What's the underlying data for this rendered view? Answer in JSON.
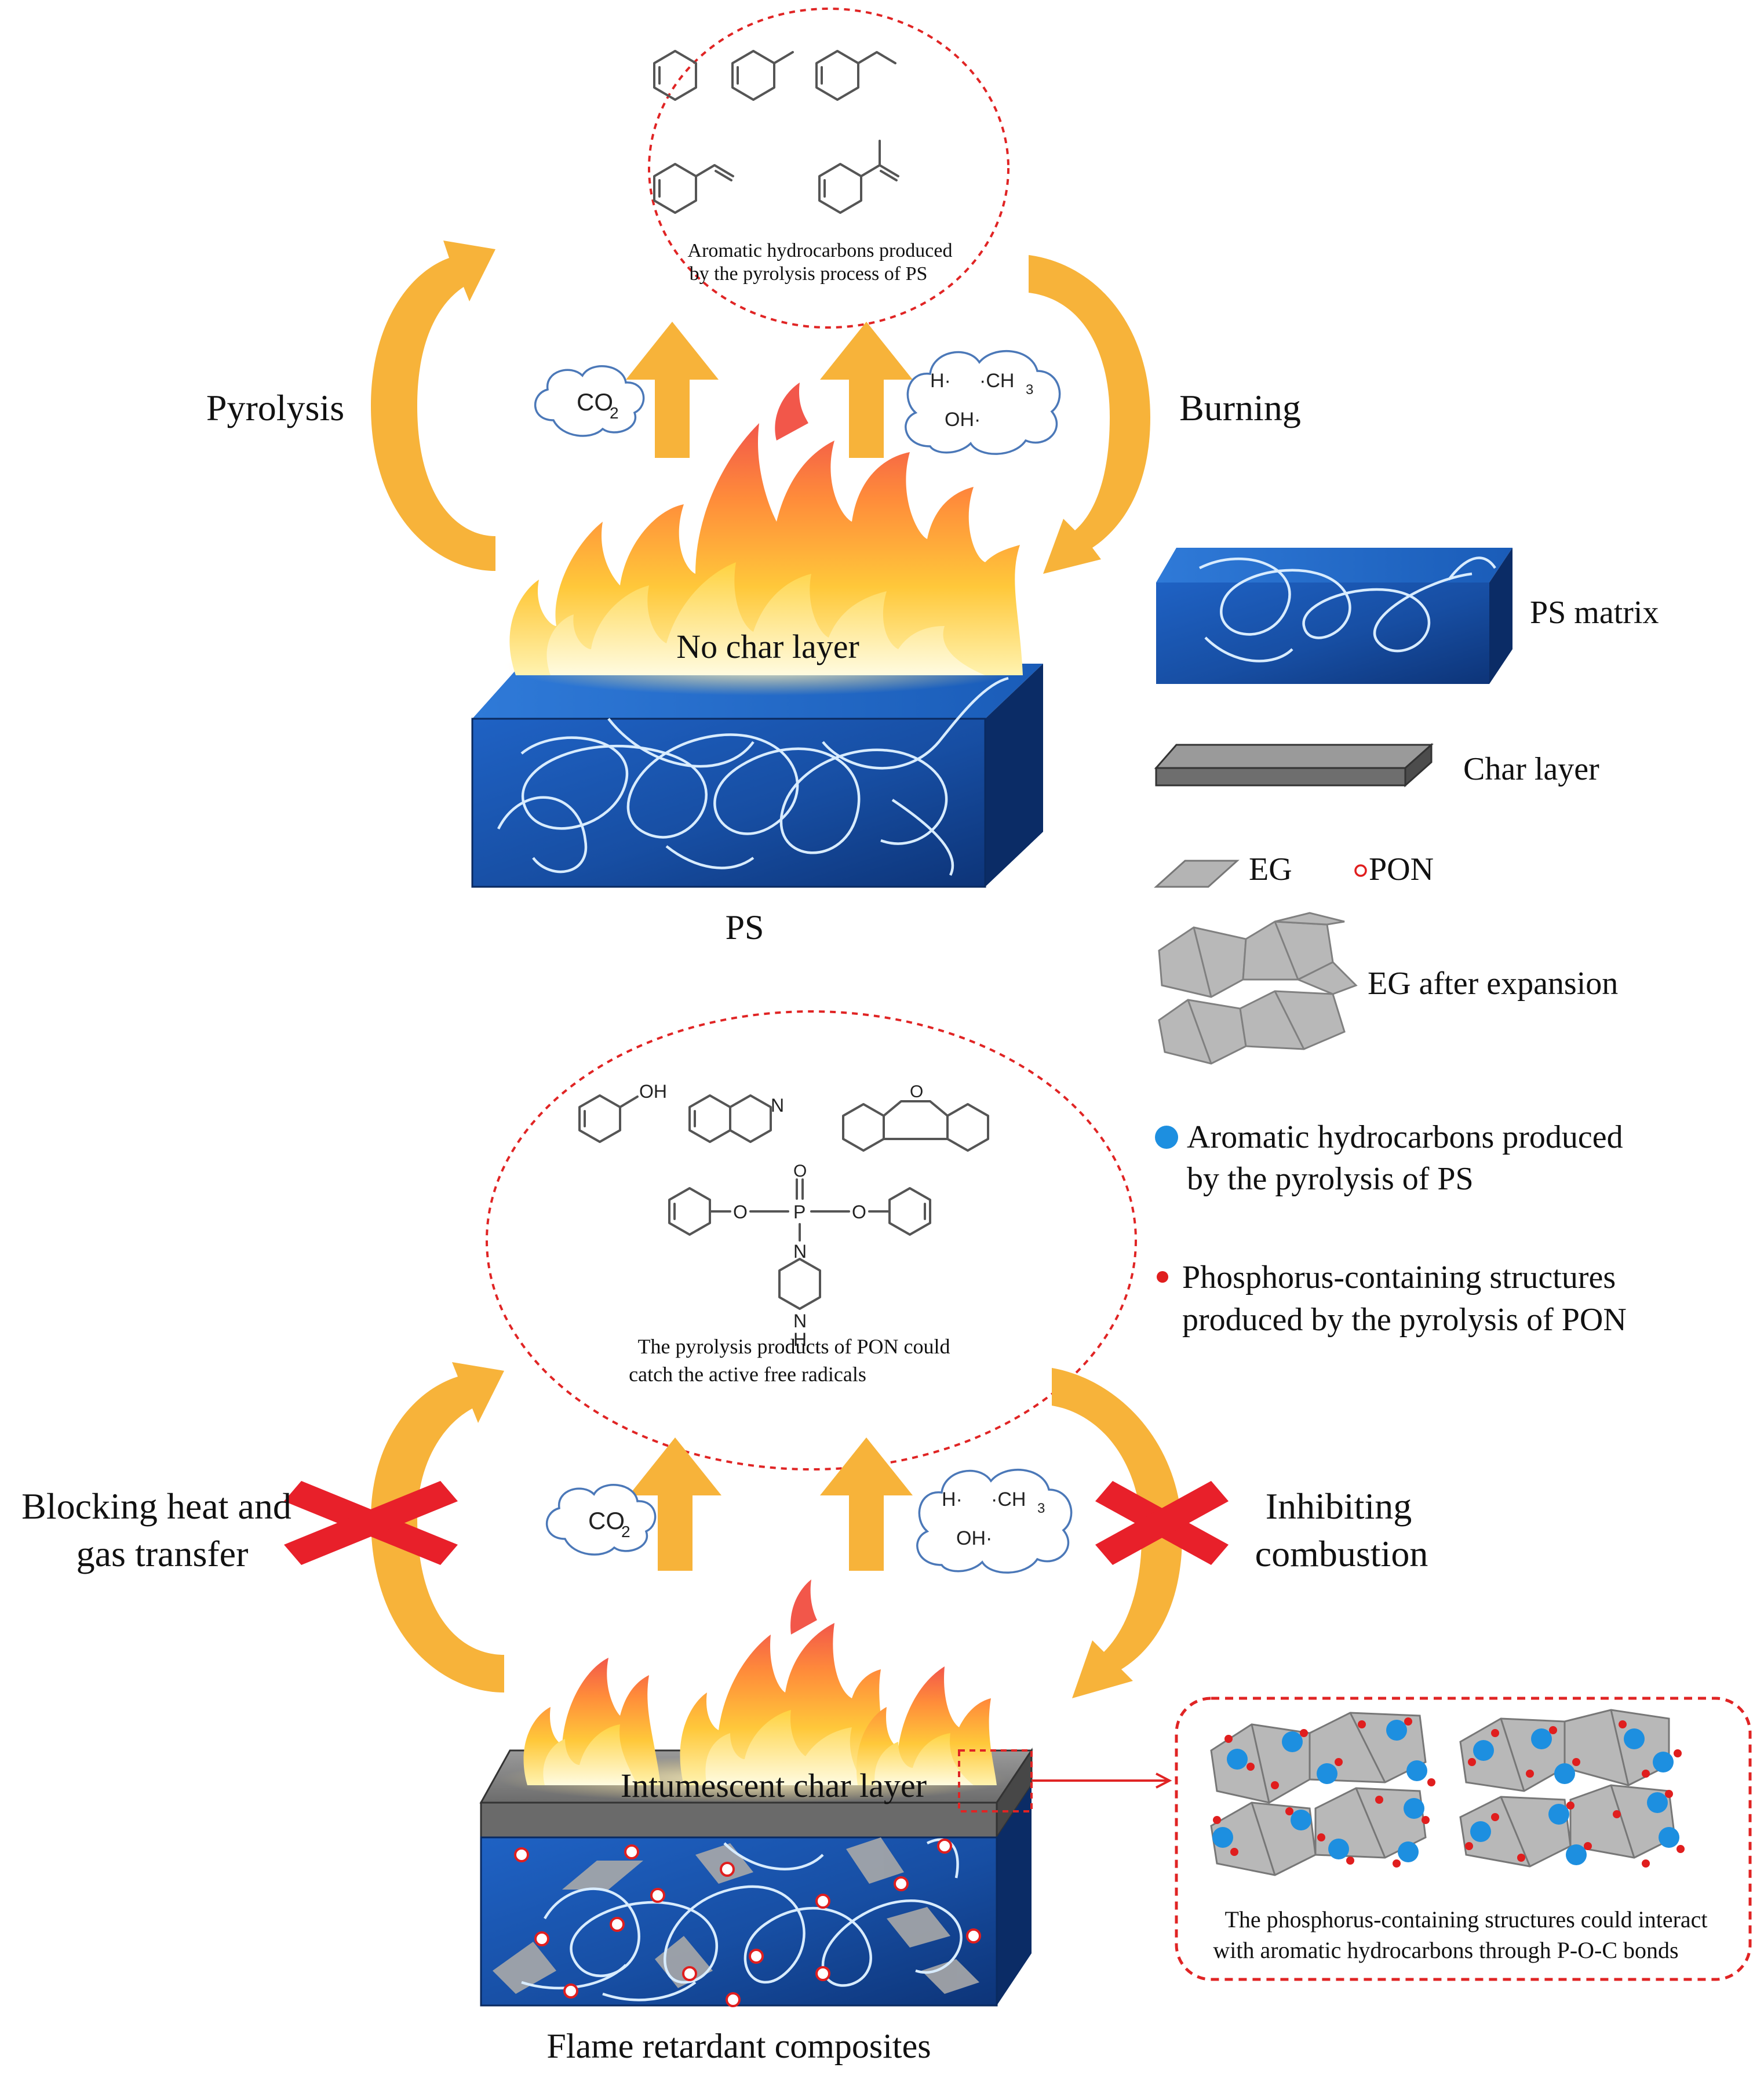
{
  "top": {
    "ellipse_caption_line1": "Aromatic hydrocarbons produced",
    "ellipse_caption_line2": "by the pyrolysis process of PS",
    "left_label": "Pyrolysis",
    "right_label": "Burning",
    "cloud_left": {
      "main": "CO",
      "sub": "2"
    },
    "cloud_right": {
      "h": "H·",
      "ch3": "·CH",
      "ch3_sub": "3",
      "oh": "OH·"
    },
    "flame_label": "No char layer",
    "block_label": "PS"
  },
  "legend": {
    "ps_matrix": "PS matrix",
    "char_layer": "Char layer",
    "eg": "EG",
    "pon": "PON",
    "eg_expanded": "EG after expansion",
    "aromatic_line1": "Aromatic hydrocarbons produced",
    "aromatic_line2": "by the pyrolysis of PS",
    "phosphorus_line1": "Phosphorus-containing structures",
    "phosphorus_line2": "produced by the pyrolysis of PON"
  },
  "bottom": {
    "ellipse_caption_line1": "The pyrolysis products of PON could",
    "ellipse_caption_line2": "catch the active free radicals",
    "chem_labels": {
      "oh": "OH",
      "n": "N",
      "o": "O",
      "p": "P",
      "p_o": "O",
      "n_pip": "N",
      "nh_n": "N",
      "nh_h": "H"
    },
    "left_label_line1": "Blocking heat and",
    "left_label_line2": "gas transfer",
    "right_label_line1": "Inhibiting",
    "right_label_line2": "combustion",
    "cloud_left": {
      "main": "CO",
      "sub": "2"
    },
    "cloud_right": {
      "h": "H·",
      "ch3": "·CH",
      "ch3_sub": "3",
      "oh": "OH·"
    },
    "flame_label": "Intumescent char layer",
    "block_label": "Flame retardant composites",
    "inset_caption_line1": "The phosphorus-containing structures could interact",
    "inset_caption_line2": "with aromatic hydrocarbons through P-O-C bonds"
  },
  "colors": {
    "arrow": "#f7b33a",
    "ps_block": "#1a56b0",
    "char": "#7c7c7c",
    "dashed_outline": "#e02424",
    "cross": "#e8202a",
    "aromatic_dot": "#1d8fe0",
    "phosphorus_dot": "#e01e1e"
  }
}
